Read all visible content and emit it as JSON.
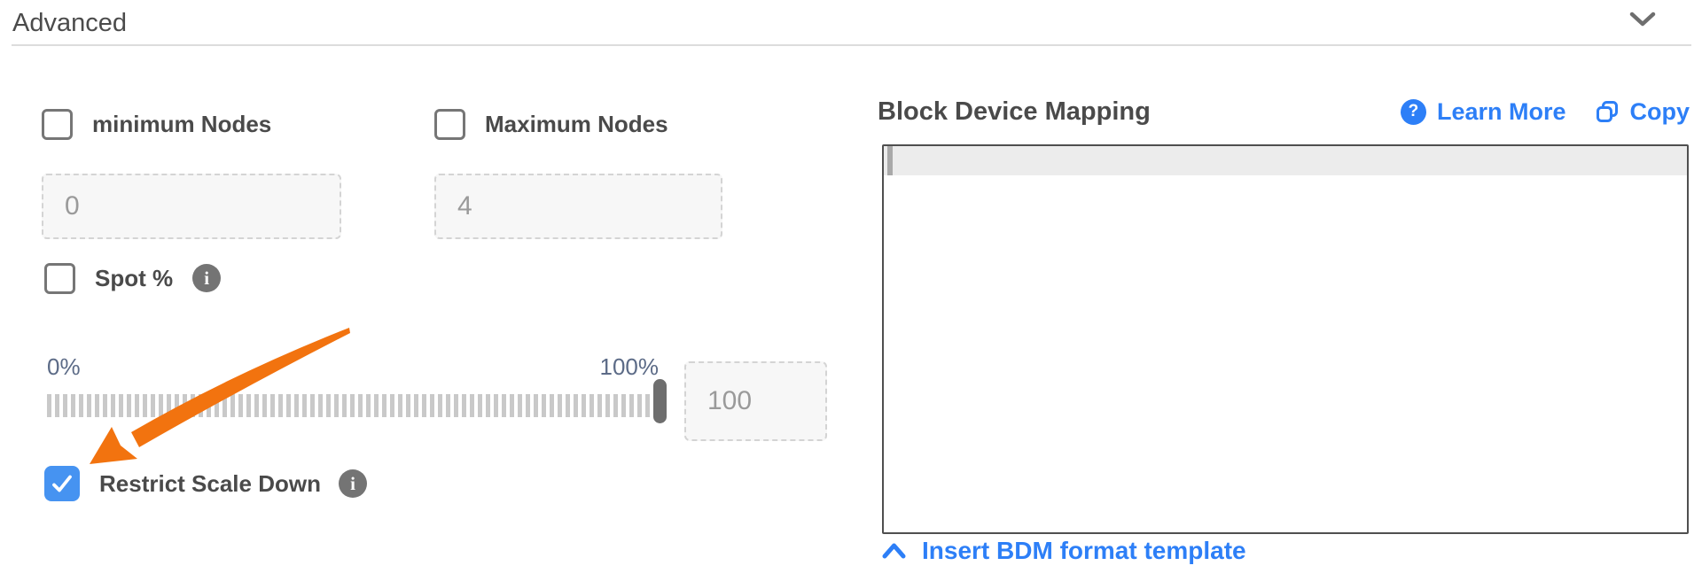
{
  "header": {
    "title": "Advanced"
  },
  "left": {
    "min_nodes": {
      "label": "minimum Nodes",
      "value": "0",
      "checked": false
    },
    "max_nodes": {
      "label": "Maximum Nodes",
      "value": "4",
      "checked": false
    },
    "spot": {
      "label": "Spot %",
      "checked": false
    },
    "slider": {
      "min_label": "0%",
      "max_label": "100%",
      "value": "100"
    },
    "restrict": {
      "label": "Restrict Scale Down",
      "checked": true
    }
  },
  "right": {
    "title": "Block Device Mapping",
    "learn_more_label": "Learn More",
    "copy_label": "Copy",
    "editor_content": "",
    "insert_template_label": "Insert BDM format template"
  },
  "colors": {
    "accent_blue": "#2d7ff7",
    "checkbox_blue": "#4693f1",
    "arrow_orange": "#f2730f",
    "label_gray": "#4a4a4a",
    "slider_label": "#5c6b87"
  }
}
